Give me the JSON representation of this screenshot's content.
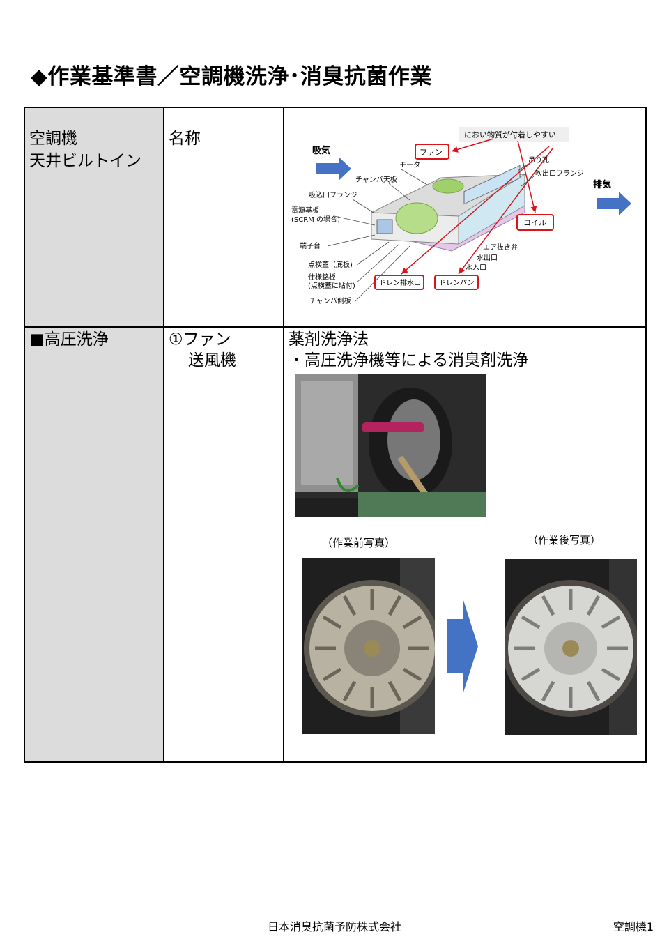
{
  "title": "◆作業基準書／空調機洗浄･消臭抗菌作業",
  "row1": {
    "category_line1": "空調機",
    "category_line2": "天井ビルトイン",
    "item": "名称",
    "diagram": {
      "intake": "吸気",
      "exhaust": "排気",
      "note": "におい物質が付着しやすい",
      "boxed": {
        "fan": "ファン",
        "coil": "コイル",
        "drain_outlet": "ドレン排水口",
        "drain_pan": "ドレンパン"
      },
      "labels": {
        "motor": "モータ",
        "hanger_hole": "吊り孔",
        "outlet_flange": "吹出口フランジ",
        "chamber_top": "チャンバ天板",
        "inlet_flange": "吸込口フランジ",
        "power_board": "電源基板",
        "scrm": "(SCRM の場合)",
        "terminal": "端子台",
        "inspection_cover": "点検蓋（底板)",
        "spec_plate": "仕様銘板",
        "spec_plate_note": "(点検蓋に貼付)",
        "chamber_side": "チャンバ側板",
        "air_vent": "エア抜き弁",
        "water_outlet": "水出口",
        "water_inlet": "水入口"
      }
    }
  },
  "row2": {
    "category": "■高圧洗浄",
    "item_line1": "①ファン",
    "item_line2": "送風機",
    "method_title": "薬剤洗浄法",
    "method_desc": "・高圧洗浄機等による消臭剤洗浄",
    "before_label": "（作業前写真）",
    "after_label": "（作業後写真）"
  },
  "footer": {
    "company": "日本消臭抗菌予防株式会社",
    "page": "空調機1"
  },
  "colors": {
    "accent_red": "#d9141b",
    "arrow_blue": "#4472c4"
  }
}
